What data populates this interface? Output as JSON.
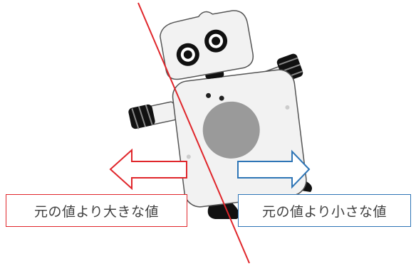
{
  "colors": {
    "larger_accent": "#e0262b",
    "smaller_accent": "#2e75b6",
    "robot_outline": "#555555",
    "robot_body": "#f2f2f2",
    "robot_belly": "#9a9a9a",
    "robot_dark": "#111111",
    "label_text": "#404040"
  },
  "labels": {
    "larger": "元の値より大きな値",
    "smaller": "元の値より小さな値"
  },
  "icons": {
    "left_arrow": "arrow-left-outline-icon",
    "right_arrow": "arrow-right-outline-icon",
    "divider": "threshold-line",
    "robot": "robot-illustration"
  }
}
